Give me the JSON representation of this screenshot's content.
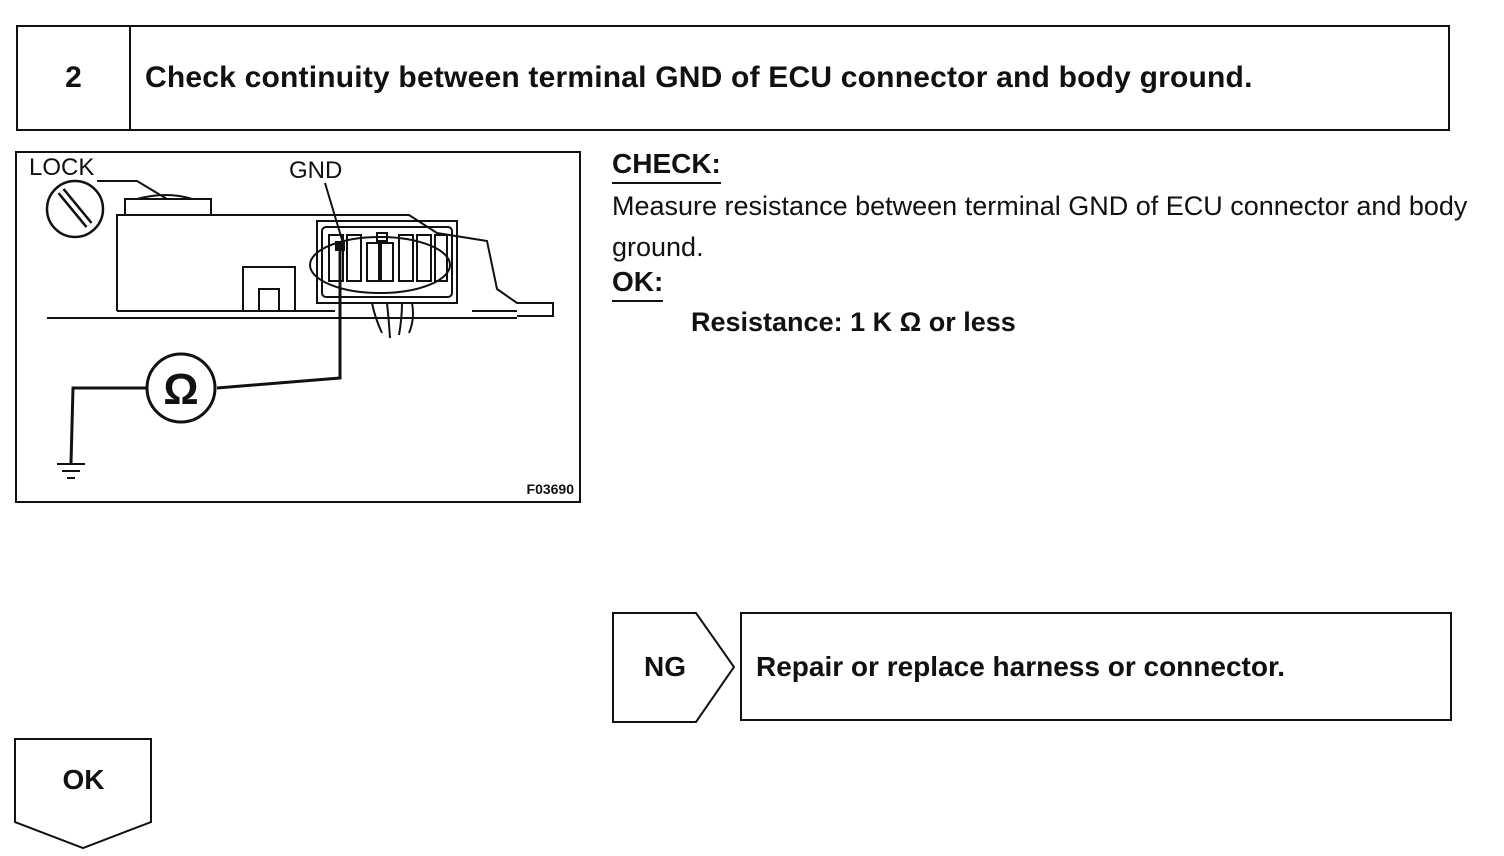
{
  "header": {
    "step_number": "2",
    "title": "Check continuity between terminal GND of ECU connector and body ground."
  },
  "figure": {
    "label_lock": "LOCK",
    "label_gnd": "GND",
    "ohm_symbol": "Ω",
    "figure_code": "F03690"
  },
  "check": {
    "title": "CHECK:",
    "text": "Measure resistance between terminal GND of ECU connector and body ground."
  },
  "ok_section": {
    "title": "OK:",
    "spec": "Resistance: 1 K Ω or less"
  },
  "ng_branch": {
    "label": "NG",
    "action": "Repair or replace harness or connector."
  },
  "ok_branch": {
    "label": "OK"
  }
}
